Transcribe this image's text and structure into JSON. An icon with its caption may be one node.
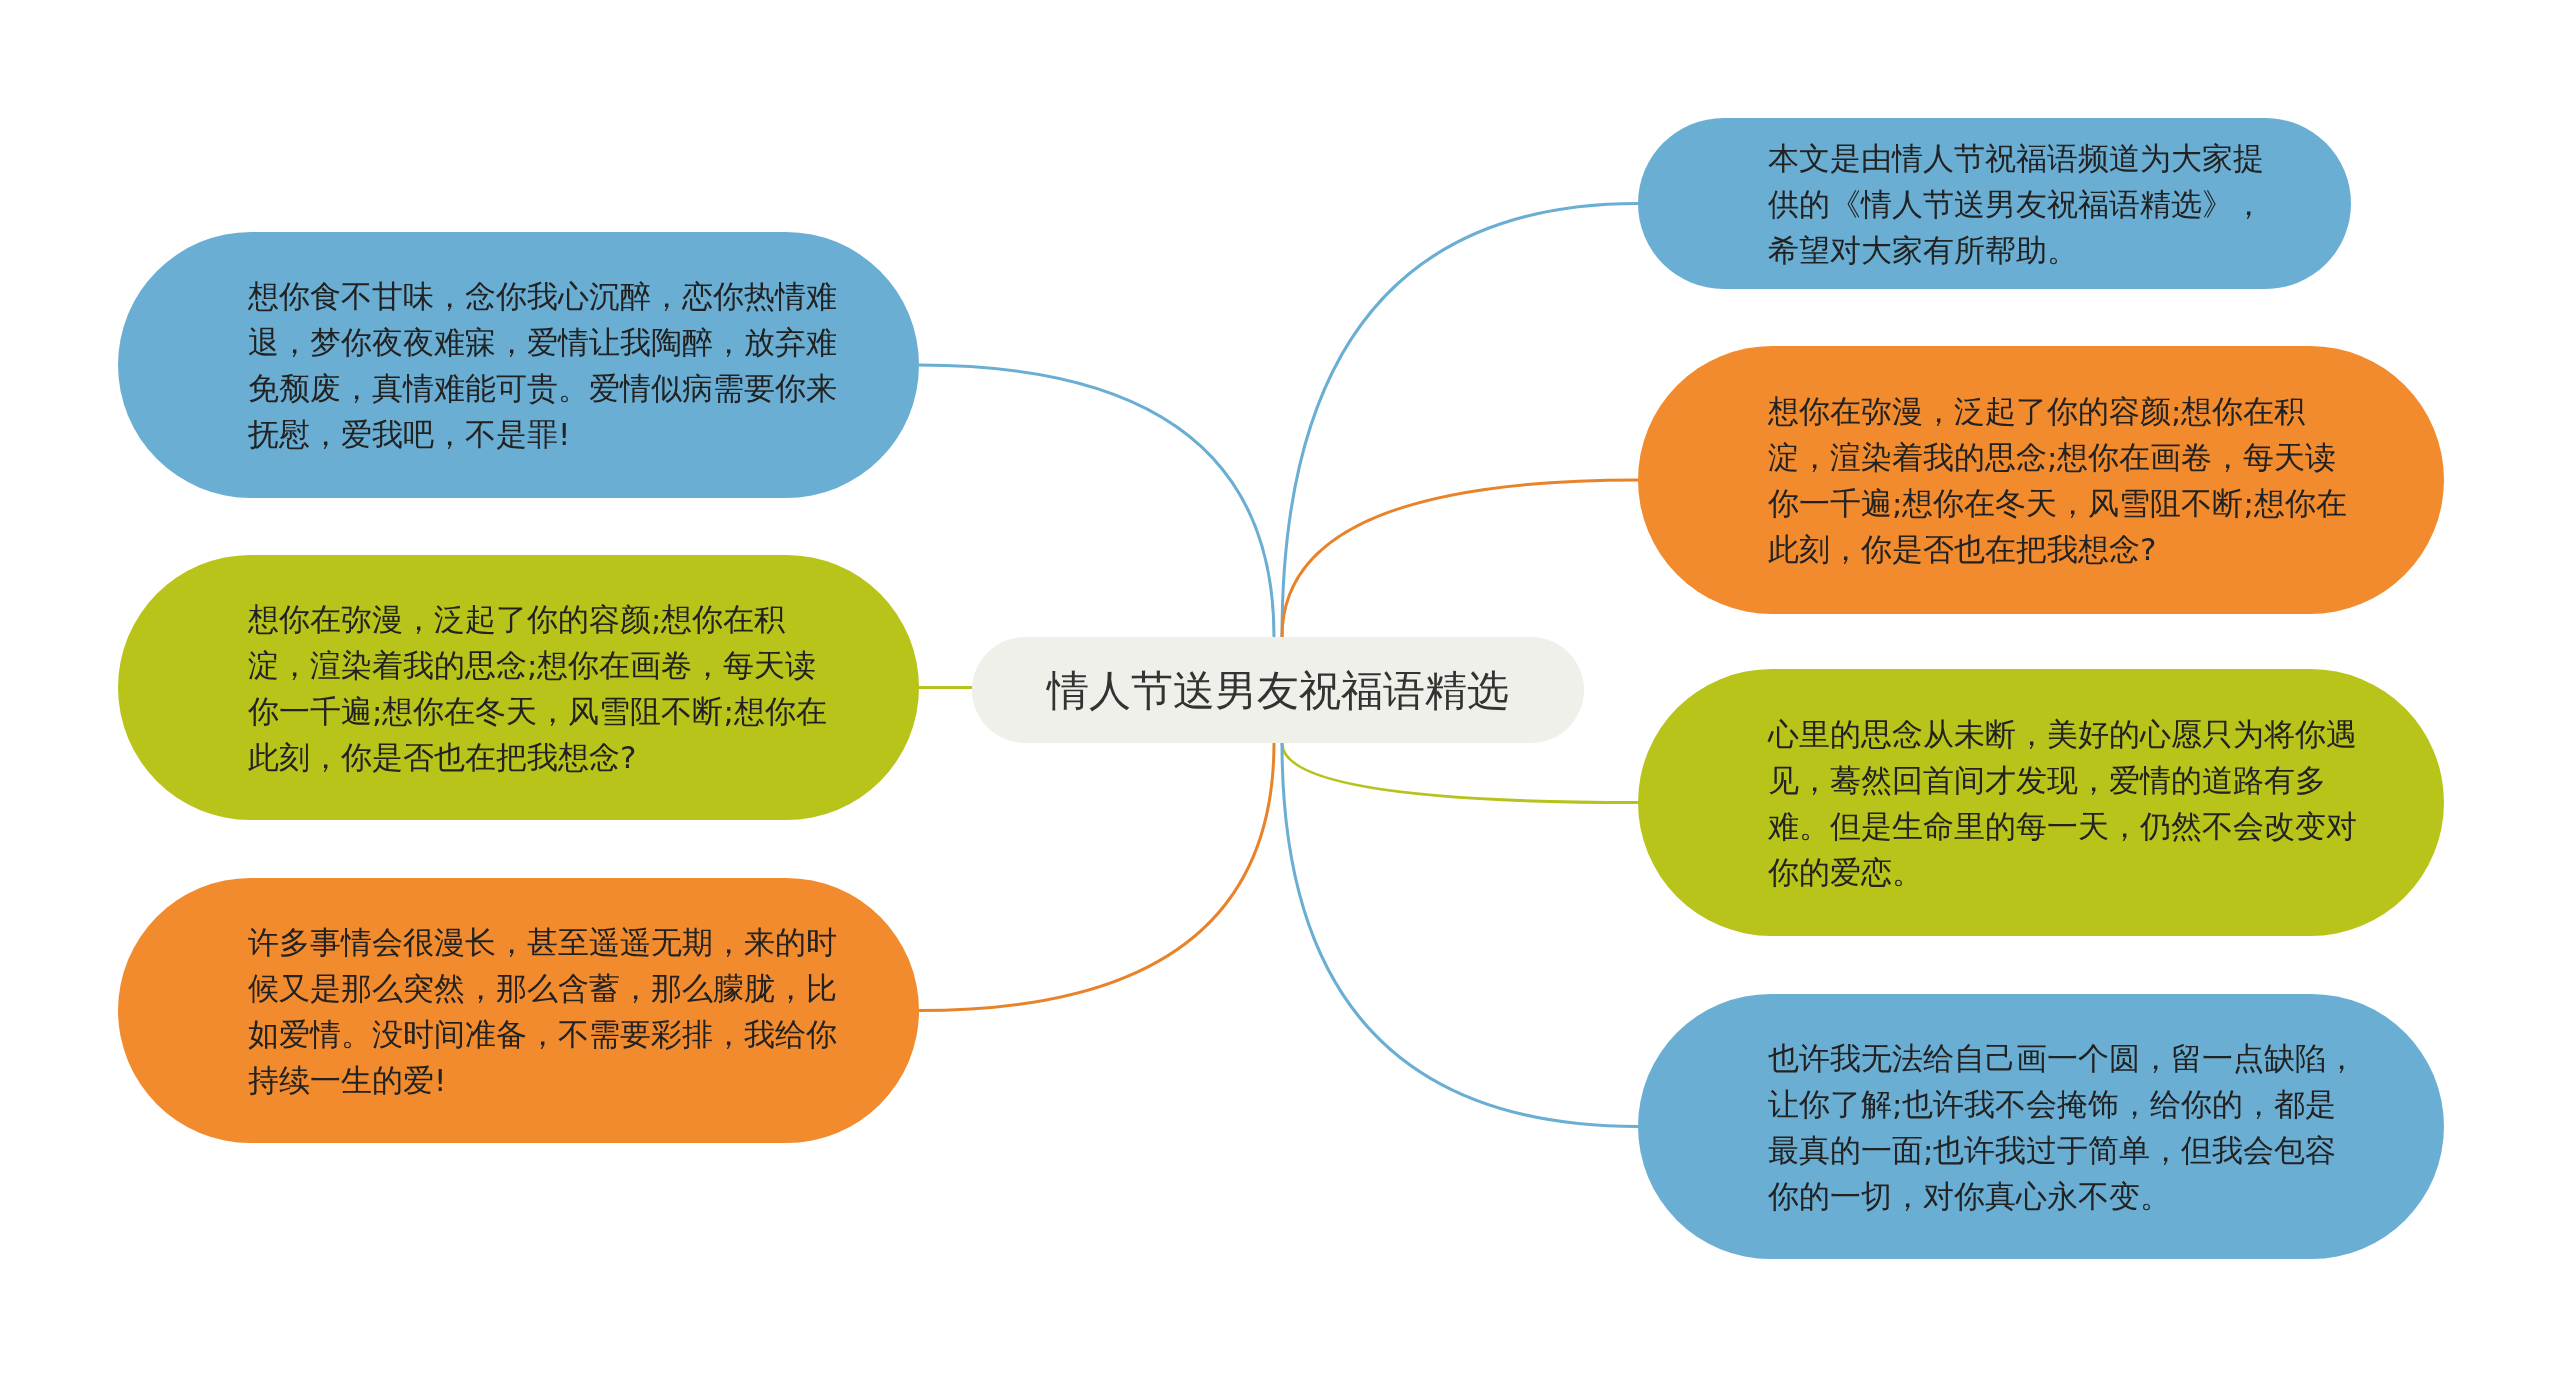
{
  "diagram": {
    "nodes": [
      {
        "text": [
          "情人节送男友祝福语精选"
        ]
      },
      {
        "text": [
          "想你食不甘味，念你我心沉醉，恋你热情难退，梦你夜夜难寐，爱情让我陶醉，放弃难免颓废，真情难能可贵。爱情似病需要你来抚慰，爱我吧，不是罪!"
        ]
      },
      {
        "text": [
          "想你在弥漫，泛起了你的容颜;想你在积淀，渲染着我的思念;想你在画卷，每天读你一千遍;想你在冬天，风雪阻不断;想你在此刻，你是否也在把我想念?"
        ]
      },
      {
        "text": [
          "许多事情会很漫长，甚至遥遥无期，来的时候又是那么突然，那么含蓄，那么朦胧，比如爱情。没时间准备，不需要彩排，我给你持续一生的爱!"
        ]
      },
      {
        "text": [
          "本文是由情人节祝福语频道为大家提供的《情人节送男友祝福语精选》，希望对大家有所帮助。"
        ]
      },
      {
        "text": [
          "想你在弥漫，泛起了你的容颜;想你在积淀，渲染着我的思念;想你在画卷，每天读你一千遍;想你在冬天，风雪阻不断;想你在此刻，你是否也在把我想念?"
        ]
      },
      {
        "text": [
          "心里的思念从未断，美好的心愿只为将你遇见，蓦然回首间才发现，爱情的道路有多难。但是生命里的每一天，仍然不会改变对你的爱恋。"
        ]
      },
      {
        "text": [
          "也许我无法给自己画一个圆，留一点缺陷，让你了解;也许我不会掩饰，给你的，都是最真的一面;也许我过于简单，但我会包容你的一切，对你真心永不变。"
        ]
      }
    ],
    "edges": [
      {
        "from": 0,
        "to": 1,
        "arrow": "none"
      },
      {
        "from": 0,
        "to": 2,
        "arrow": "none",
        "color": "#b5c31c"
      },
      {
        "from": 0,
        "to": 3,
        "arrow": "none",
        "color": "#e8832a"
      },
      {
        "from": 0,
        "to": 4,
        "arrow": "none"
      },
      {
        "from": 0,
        "to": 5,
        "arrow": "none",
        "color": "#e8832a"
      },
      {
        "from": 0,
        "to": 6,
        "arrow": "none",
        "color": "#b5c31c"
      },
      {
        "from": 0,
        "to": 7,
        "arrow": "none"
      }
    ]
  }
}
